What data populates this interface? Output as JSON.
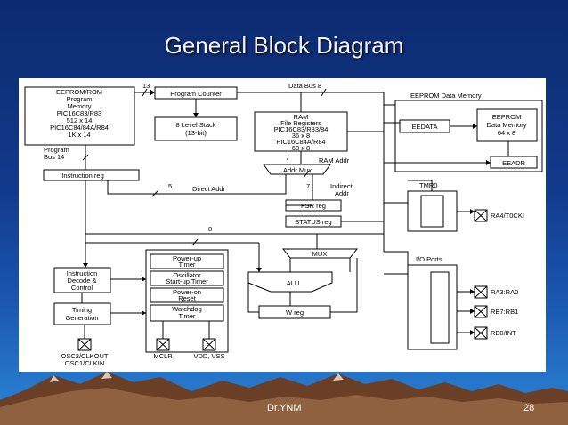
{
  "slide": {
    "title": "General Block Diagram",
    "author": "Dr.YNM",
    "page_number": "28"
  },
  "diagram": {
    "eeprom_rom": [
      "EEPROM/ROM",
      "Program",
      "Memory",
      "PIC16C83/R83",
      "512 x 14",
      "PIC16C84/84A/R84",
      "1K x 14"
    ],
    "program_counter": "Program Counter",
    "stack": [
      "8 Level Stack",
      "(13-bit)"
    ],
    "ram": [
      "RAM",
      "File Registers",
      "PIC16C83/R83/84",
      "36 x 8",
      "PIC16C84A/R84",
      "68 x 8"
    ],
    "addr_mux": "Addr Mux",
    "ram_addr": "RAM Addr",
    "data_bus": "Data Bus 8",
    "eeprom_data_memory": "EEPROM Data Memory",
    "eedata": "EEDATA",
    "eeprom_block": [
      "EEPROM",
      "Data Memory",
      "64 x 8"
    ],
    "eeadr": "EEADR",
    "program_bus": [
      "Program",
      "Bus 14"
    ],
    "instruction_reg": "Instruction reg",
    "direct_addr": "Direct Addr",
    "indirect_addr": [
      "Indirect",
      "Addr"
    ],
    "fsr_reg": "FSR reg",
    "status_reg": "STATUS reg",
    "tmr0": "TMR0",
    "ra4_pin": "RA4/T0CKI",
    "io_ports": "I/O Ports",
    "ra_pin": "RA3:RA0",
    "rb_pin": "RB7:RB1",
    "rb0_pin": "RB0/INT",
    "mux": "MUX",
    "alu": "ALU",
    "w_reg": "W reg",
    "instruction_decode": [
      "Instruction",
      "Decode &",
      "Control"
    ],
    "timing_generation": [
      "Timing",
      "Generation"
    ],
    "powerup_timer": [
      "Power-up",
      "Timer"
    ],
    "oscillator_timer": [
      "Oscillator",
      "Start-up Timer"
    ],
    "poweron_reset": [
      "Power-on",
      "Reset"
    ],
    "watchdog_timer": [
      "Watchdog",
      "Timer"
    ],
    "osc_pins": [
      "OSC2/CLKOUT",
      "OSC1/CLKIN"
    ],
    "mclr_pin": "MCLR",
    "power_pins": "VDD, VSS",
    "bus_widths": {
      "pc_bus": "13",
      "direct": "5",
      "indirect": "7",
      "ram_addr": "7",
      "bus8": "8"
    }
  },
  "colors": {
    "slide_bg": "#123a8c",
    "panel_bg": "#ffffff",
    "ink": "#000000",
    "footer_text": "#ffffff",
    "mountain": "#7a4a2e"
  }
}
